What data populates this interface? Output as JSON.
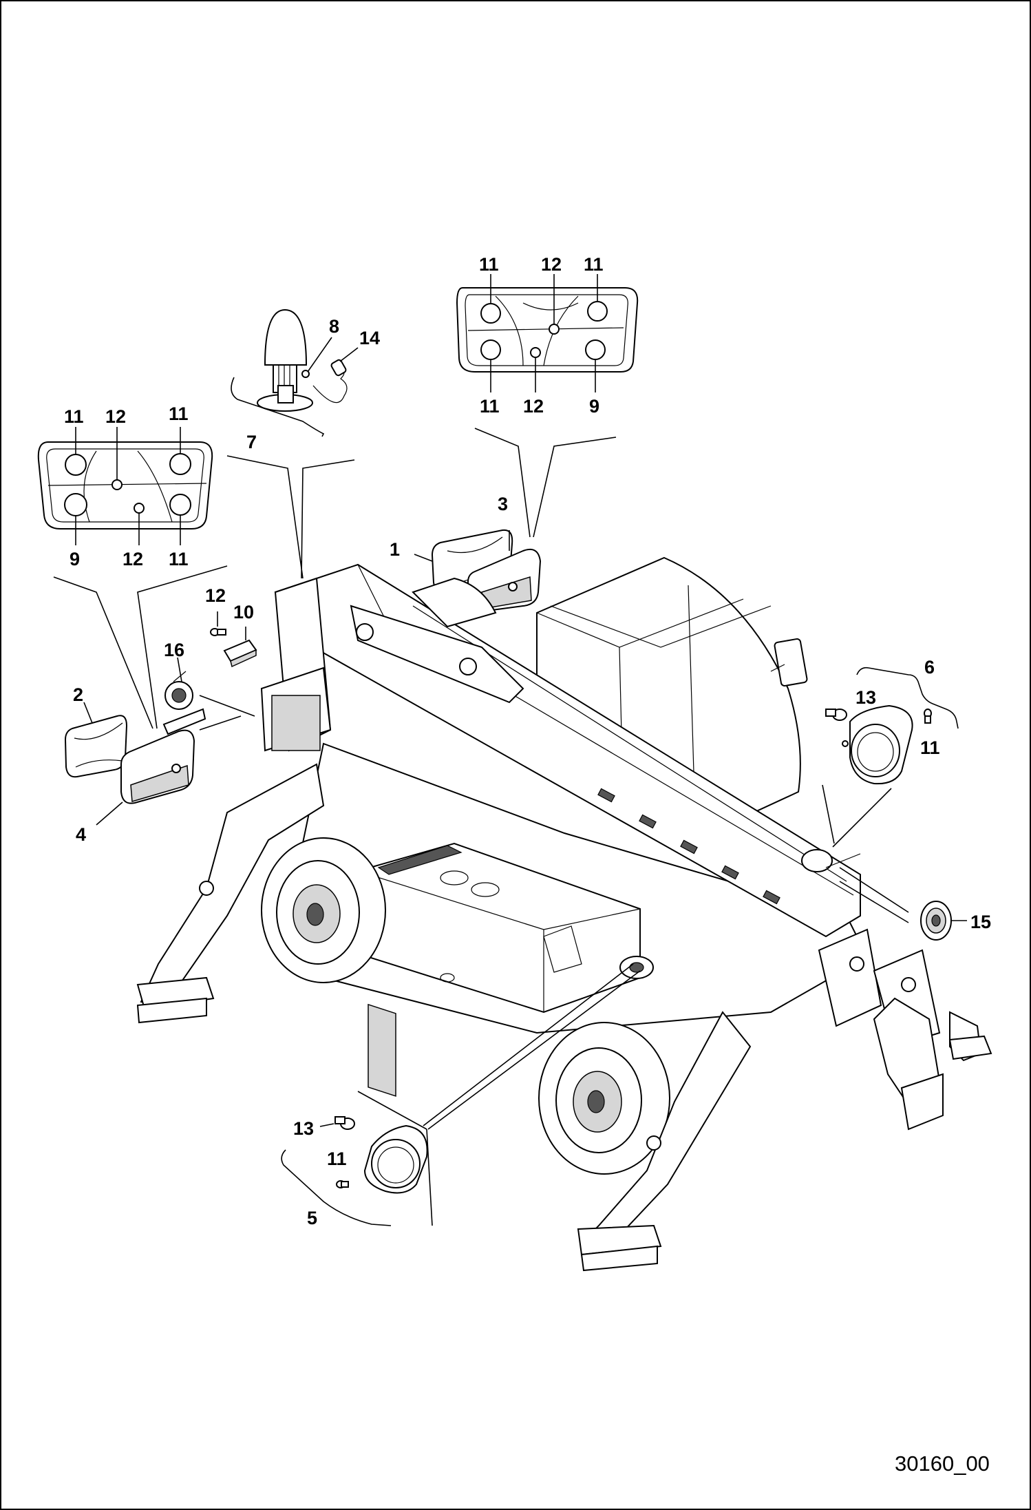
{
  "drawing": {
    "drawing_code": "30160_00",
    "callouts": [
      {
        "id": "c-11-a",
        "text": "11"
      },
      {
        "id": "c-12-a",
        "text": "12"
      },
      {
        "id": "c-11-b",
        "text": "11"
      },
      {
        "id": "c-11-c",
        "text": "11"
      },
      {
        "id": "c-12-b",
        "text": "12"
      },
      {
        "id": "c-9-a",
        "text": "9"
      },
      {
        "id": "c-8",
        "text": "8"
      },
      {
        "id": "c-14",
        "text": "14"
      },
      {
        "id": "c-7",
        "text": "7"
      },
      {
        "id": "c-11-d",
        "text": "11"
      },
      {
        "id": "c-12-c",
        "text": "12"
      },
      {
        "id": "c-11-e",
        "text": "11"
      },
      {
        "id": "c-9-b",
        "text": "9"
      },
      {
        "id": "c-12-d",
        "text": "12"
      },
      {
        "id": "c-11-f",
        "text": "11"
      },
      {
        "id": "c-3",
        "text": "3"
      },
      {
        "id": "c-1",
        "text": "1"
      },
      {
        "id": "c-12-e",
        "text": "12"
      },
      {
        "id": "c-10",
        "text": "10"
      },
      {
        "id": "c-16",
        "text": "16"
      },
      {
        "id": "c-2",
        "text": "2"
      },
      {
        "id": "c-4",
        "text": "4"
      },
      {
        "id": "c-6",
        "text": "6"
      },
      {
        "id": "c-13-a",
        "text": "13"
      },
      {
        "id": "c-11-g",
        "text": "11"
      },
      {
        "id": "c-15",
        "text": "15"
      },
      {
        "id": "c-13-b",
        "text": "13"
      },
      {
        "id": "c-11-h",
        "text": "11"
      },
      {
        "id": "c-5",
        "text": "5"
      }
    ]
  }
}
